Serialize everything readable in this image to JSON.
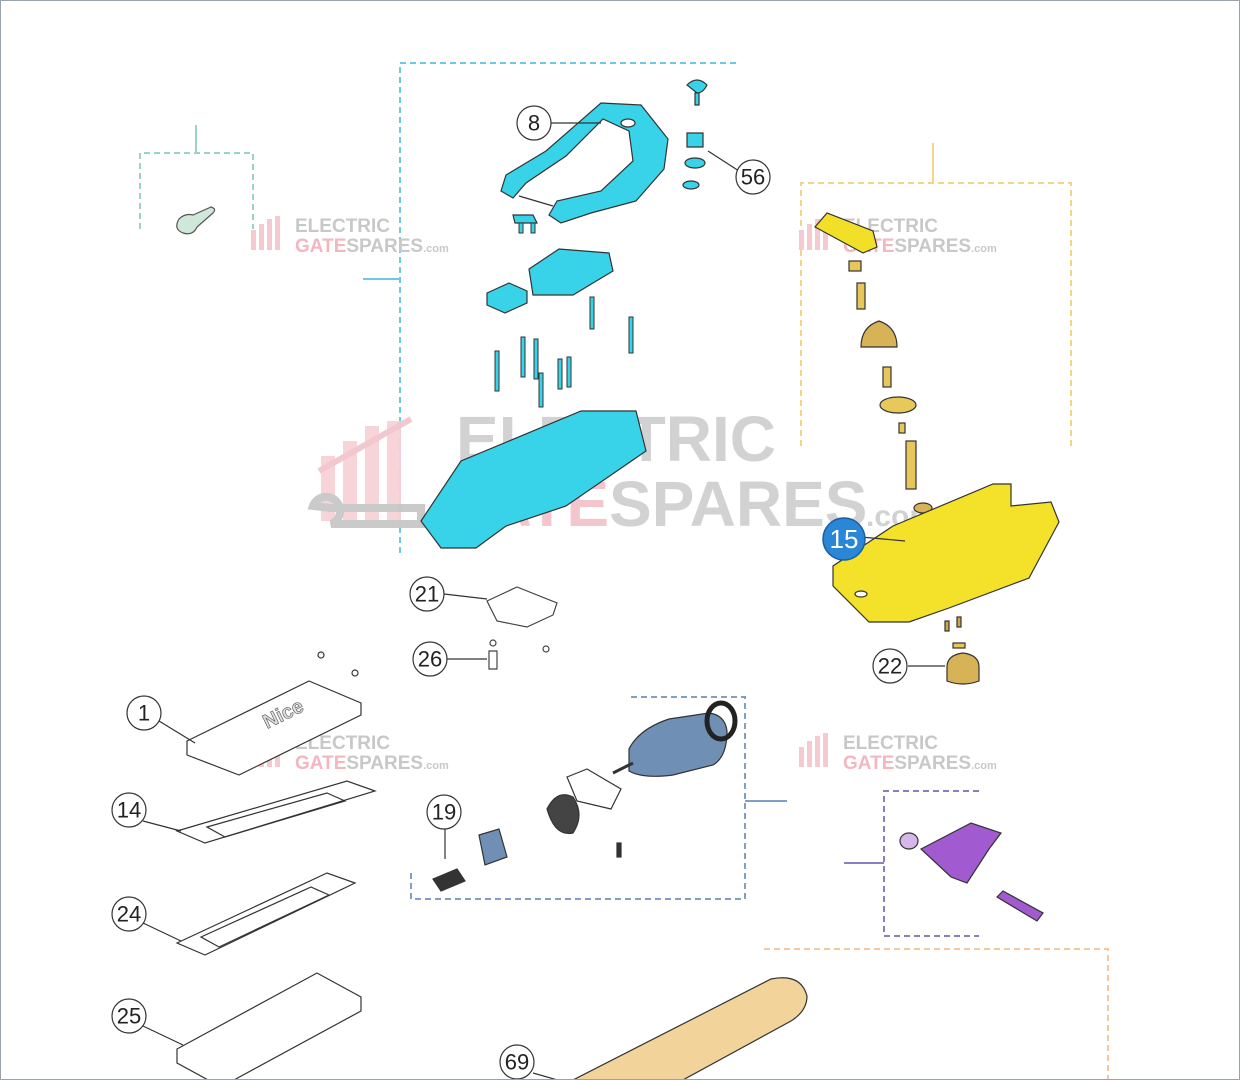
{
  "diagram": {
    "callouts": {
      "c8": "8",
      "c56": "56",
      "c15": "15",
      "c21": "21",
      "c26": "26",
      "c22": "22",
      "c1": "1",
      "c14": "14",
      "c19": "19",
      "c24": "24",
      "c25": "25",
      "c69": "69"
    },
    "cover_logo_text": "Nice",
    "colors": {
      "cyan_group": "#35d0e6",
      "yellow_group": "#f5e12e",
      "purple_group": "#a25ad1",
      "motor_blue": "#6f8fb5",
      "tube_tan": "#f2d39a",
      "callout_highlight": "#2a86d6"
    }
  },
  "watermark": {
    "small_line1": "ELECTRIC",
    "small_line2_a": "GATE",
    "small_line2_b": "SPARES",
    "small_suffix": ".com",
    "large_line1": "ELECTRIC",
    "large_line2_a": "GATE",
    "large_line2_b": "SPARES",
    "large_suffix": ".com"
  }
}
